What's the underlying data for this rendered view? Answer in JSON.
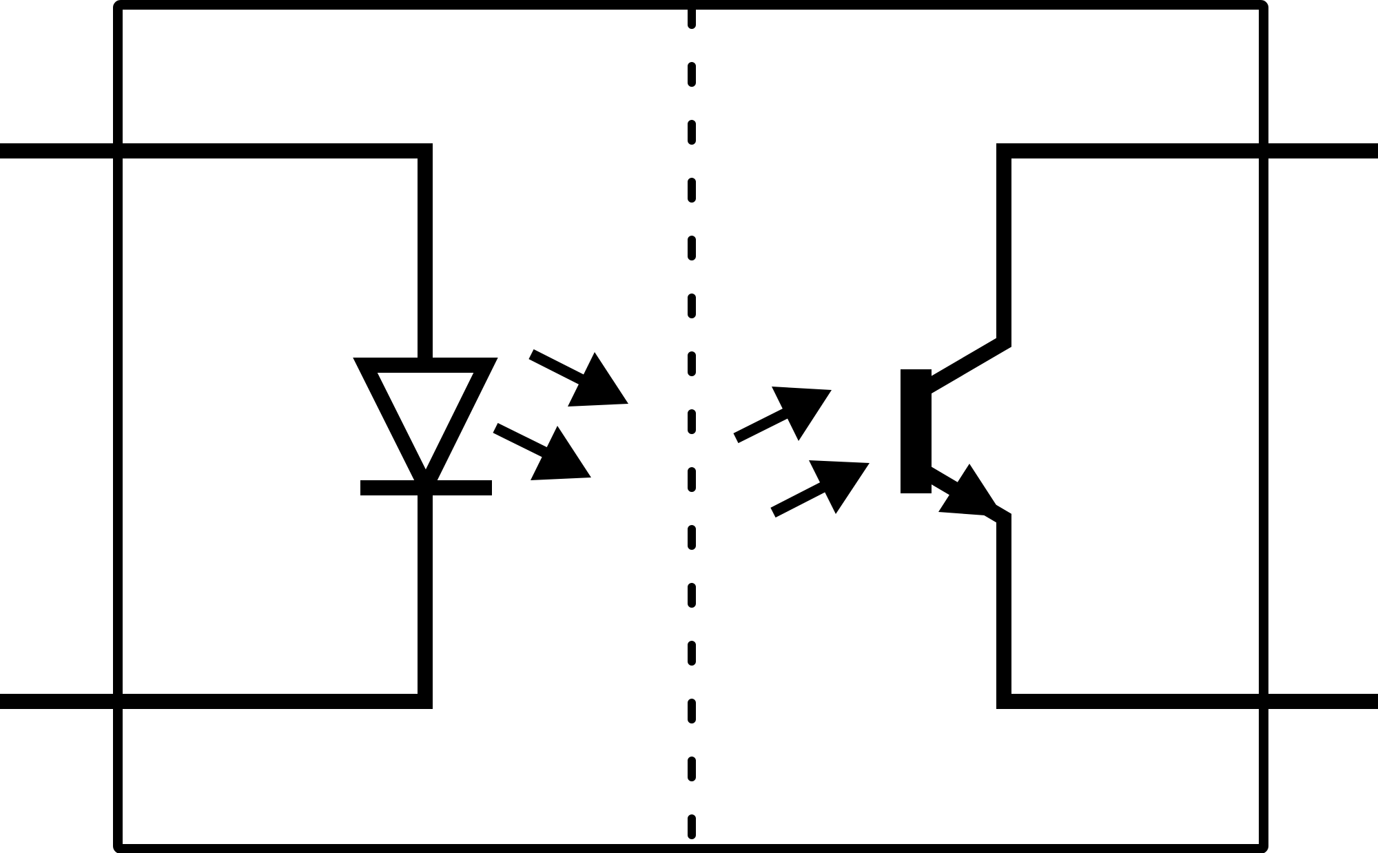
{
  "diagram": {
    "symbol": "optocoupler",
    "components": [
      {
        "id": "input-led",
        "kind": "light-emitting-diode"
      },
      {
        "id": "output-phototransistor",
        "kind": "npn-phototransistor"
      }
    ],
    "isolation_barrier": {
      "style": "dashed"
    },
    "emitted_light_arrows": 2,
    "received_light_arrows": 2,
    "colors": {
      "stroke": "#000000",
      "background": "#ffffff"
    }
  }
}
